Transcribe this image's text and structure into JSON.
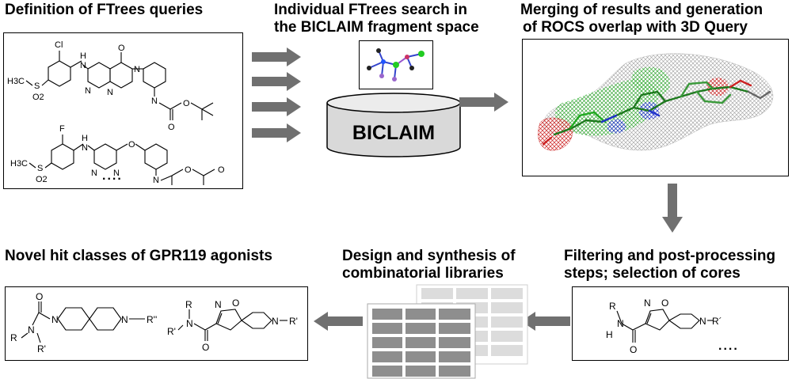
{
  "titles": {
    "step1": "Definition of FTrees queries",
    "step2_line1": "Individual FTrees search in",
    "step2_line2": "the BICLAIM fragment space",
    "step3_line1": "Merging of results and generation",
    "step3_line2": "of ROCS overlap with 3D Query",
    "step4_line1": "Filtering and post-processing",
    "step4_line2": "steps; selection of cores",
    "step5_line1": "Design and synthesis of",
    "step5_line2": "combinatorial libraries",
    "step6": "Novel hit classes of GPR119 agonists"
  },
  "database": {
    "label": "BICLAIM"
  },
  "query_box": {
    "ellipsis": "....",
    "mol1": {
      "cl": "Cl",
      "nh": "N",
      "h": "H",
      "n1": "N",
      "n2": "N",
      "o_ring": "O",
      "n_pip": "N",
      "n_amide": "N",
      "o1": "O",
      "o2": "O",
      "h3c": "H3C",
      "s": "S",
      "o2s": "O2"
    },
    "mol2": {
      "f": "F",
      "nh": "N",
      "h": "H",
      "n1": "N",
      "n2": "N",
      "o_link": "O",
      "n_amide": "N",
      "o1": "O",
      "o2": "O",
      "h3c": "H3C",
      "s": "S",
      "o2s": "O2"
    }
  },
  "core_box": {
    "ellipsis": "....",
    "labels": {
      "r": "R",
      "n_amide": "N",
      "h": "H",
      "o_carbonyl": "O",
      "n_iso": "N",
      "o_iso": "O",
      "n_pip": "N",
      "r_prime": "R´"
    }
  },
  "hits_box": {
    "mol1": {
      "o": "O",
      "n_amide": "N",
      "r": "R",
      "n_r": "N",
      "r_prime": "R'",
      "n_spiro": "N",
      "r_dprime": "R''"
    },
    "mol2": {
      "r": "R",
      "n": "N",
      "r_prime": "R'",
      "o": "O",
      "n_iso": "N",
      "o_iso": "O",
      "n_pip": "N",
      "r_prime2": "R'"
    }
  },
  "colors": {
    "arrow": "#707070",
    "mesh_green": "#22aa22",
    "mesh_grey": "#9a9a9a",
    "mesh_red": "#cc2222",
    "mesh_blue": "#2233cc",
    "table_dark": "#8a8a8a",
    "table_light": "#cfcfcf"
  }
}
